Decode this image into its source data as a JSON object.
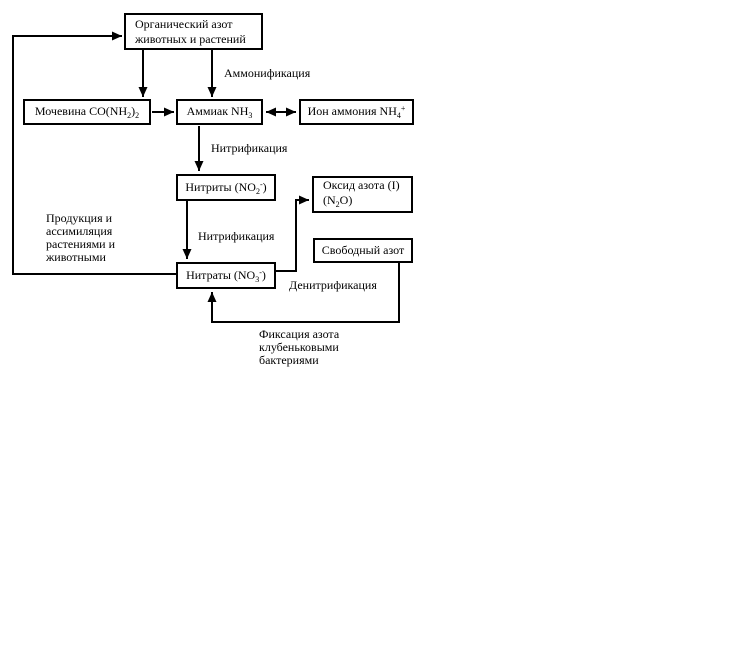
{
  "boxes": {
    "organic_nitrogen": {
      "text": "Органический азот\nживотных и растений"
    },
    "urea": {
      "parts": [
        "Мочевина CO(NH",
        "2",
        ")",
        "2"
      ]
    },
    "ammonia": {
      "parts": [
        "Аммиак NH",
        "3"
      ]
    },
    "ammonium_ion": {
      "parts": [
        "Ион аммония NH",
        "4",
        "+"
      ]
    },
    "nitrites": {
      "parts": [
        "Нитриты (NO",
        "2",
        "-",
        ")"
      ]
    },
    "nitrogen_oxide": {
      "line1": "Оксид азота (I)",
      "line2_parts": [
        "(N",
        "2",
        "O)"
      ]
    },
    "free_nitrogen": {
      "text": "Свободный азот"
    },
    "nitrates": {
      "parts": [
        "Нитраты (NO",
        "3",
        "-",
        ")"
      ]
    }
  },
  "labels": {
    "ammonification": "Аммонификация",
    "nitrification_1": "Нитрификация",
    "nitrification_2": "Нитрификация",
    "production": "Продукция и\nассимиляция\nрастениями и\nживотными",
    "denitrification": "Денитрификация",
    "fixation": "Фиксация азота\nклубеньковыми\nбактериями"
  },
  "colors": {
    "line": "#000000",
    "box_border": "#000000",
    "box_fill": "#ffffff",
    "background": "#ffffff",
    "text": "#000000"
  }
}
